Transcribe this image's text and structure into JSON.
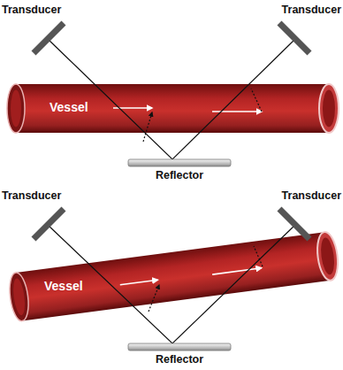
{
  "diagram": {
    "labels": [
      "Transducer",
      "Transducer",
      "Vessel",
      "Reflector",
      "Transducer",
      "Transducer",
      "Vessel",
      "Reflector"
    ]
  }
}
